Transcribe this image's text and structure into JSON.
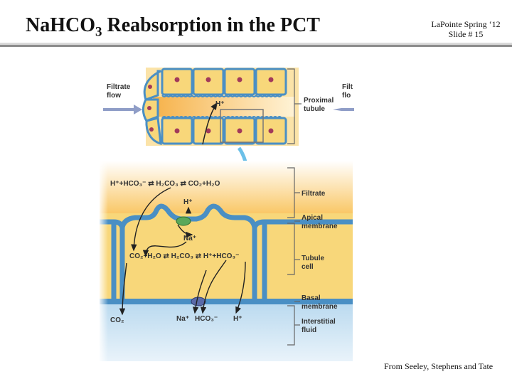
{
  "slide": {
    "title_main": "Na",
    "title_formula": "HCO",
    "title_sub": "3",
    "title_rest": " Reabsorption in the PCT",
    "info_line1": "LaPointe Spring ‘12",
    "info_line2": "Slide # 15",
    "credit": "From Seeley, Stephens and Tate"
  },
  "top_panel": {
    "filtrate_flow_left_1": "Filtrate",
    "filtrate_flow_left_2": "flow",
    "filtrate_flow_right_1": "Filt",
    "filtrate_flow_right_2": "flo",
    "proximal_1": "Proximal",
    "proximal_2": "tubule",
    "h_plus": "H⁺"
  },
  "bottom_panel": {
    "equation_lumen": "H⁺+HCO₃⁻ ⇄ H₂CO₃ ⇄ CO₂+H₂O",
    "equation_cell": "CO₂+H₂O ⇄ H₂CO₃ ⇄ H⁺+HCO₃⁻",
    "h_plus_apical": "H⁺",
    "na_plus_apical": "Na⁺",
    "co2_out": "CO₂",
    "na_out": "Na⁺",
    "hco3_out": "HCO₃⁻",
    "h_out": "H⁺",
    "labels": {
      "filtrate": "Filtrate",
      "apical_1": "Apical",
      "apical_2": "membrane",
      "tubule_1": "Tubule",
      "tubule_2": "cell",
      "basal_1": "Basal",
      "basal_2": "membrane",
      "interstitial_1": "Interstitial",
      "interstitial_2": "fluid"
    }
  },
  "colors": {
    "cell_fill": "#f8d77a",
    "membrane": "#4a8fc4",
    "lumen": "#fde7b4",
    "interstitial": "#cfe4f3"
  }
}
